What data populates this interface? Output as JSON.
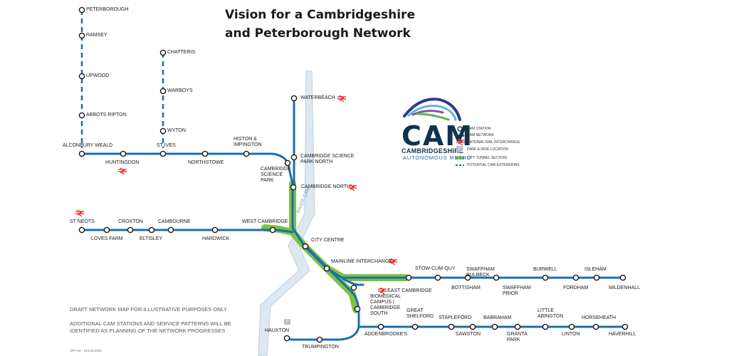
{
  "title": {
    "line1": "Vision for a Cambridgeshire",
    "line2": "and Peterborough Network"
  },
  "river_label": "RIVER CAM",
  "stations": [
    {
      "id": "peterborough",
      "label": "PETERBOROUGH",
      "rail": false
    },
    {
      "id": "ramsey",
      "label": "RAMSEY",
      "rail": false
    },
    {
      "id": "upwood",
      "label": "UPWOOD",
      "rail": false
    },
    {
      "id": "abbots-ripton",
      "label": "ABBOTS RIPTON",
      "rail": false
    },
    {
      "id": "alconbury-weald",
      "label": "ALCONBURY WEALD",
      "rail": false
    },
    {
      "id": "huntingdon",
      "label": "HUNTINGDON",
      "rail": true
    },
    {
      "id": "chatteris",
      "label": "CHATTERIS",
      "rail": false
    },
    {
      "id": "warboys",
      "label": "WARBOYS",
      "rail": false
    },
    {
      "id": "wyton",
      "label": "WYTON",
      "rail": false
    },
    {
      "id": "st-ives",
      "label": "ST IVES",
      "rail": false
    },
    {
      "id": "northstowe",
      "label": "NORTHSTOWE",
      "rail": false
    },
    {
      "id": "histon",
      "label": "HISTON &\nIMPINGTON",
      "rail": false
    },
    {
      "id": "waterbeach",
      "label": "WATERBEACH",
      "rail": true
    },
    {
      "id": "csp-north",
      "label": "CAMBRIDGE SCIENCE\nPARK NORTH",
      "rail": false
    },
    {
      "id": "csp",
      "label": "CAMBRIDGE\nSCIENCE\nPARK",
      "rail": false
    },
    {
      "id": "cambridge-north",
      "label": "CAMBRIDGE NORTH",
      "rail": true
    },
    {
      "id": "st-neots",
      "label": "ST NEOTS",
      "rail": true
    },
    {
      "id": "loves-farm",
      "label": "LOVES FARM",
      "rail": false
    },
    {
      "id": "croxton",
      "label": "CROXTON",
      "rail": false
    },
    {
      "id": "eltisley",
      "label": "ELTISLEY",
      "rail": false
    },
    {
      "id": "cambourne",
      "label": "CAMBOURNE",
      "rail": false
    },
    {
      "id": "hardwick",
      "label": "HARDWICK",
      "rail": false
    },
    {
      "id": "west-cambridge",
      "label": "WEST CAMBRIDGE",
      "rail": false
    },
    {
      "id": "city-centre",
      "label": "CITY CENTRE",
      "rail": false
    },
    {
      "id": "mainline-interchange",
      "label": "MAINLINE INTERCHANGE",
      "rail": true
    },
    {
      "id": "east-cambridge",
      "label": "EAST CAMBRIDGE",
      "rail": true
    },
    {
      "id": "stow-cum-quy",
      "label": "STOW-CUM-QUY",
      "rail": false
    },
    {
      "id": "bottisham",
      "label": "BOTTISHAM",
      "rail": false
    },
    {
      "id": "swaffham-bulbeck",
      "label": "SWAFFHAM\nBULBECK",
      "rail": false
    },
    {
      "id": "swaffham-prior",
      "label": "SWAFFHAM\nPRIOR",
      "rail": false
    },
    {
      "id": "burwell",
      "label": "BURWELL",
      "rail": false
    },
    {
      "id": "fordham",
      "label": "FORDHAM",
      "rail": false
    },
    {
      "id": "isleham",
      "label": "ISLEHAM",
      "rail": false
    },
    {
      "id": "mildenhall",
      "label": "MILDENHALL",
      "rail": false
    },
    {
      "id": "biomedical",
      "label": "BIOMEDICAL\nCAMPUS /\nCAMBRIDGE\nSOUTH",
      "rail": false
    },
    {
      "id": "addenbrookes",
      "label": "ADDENBROOKE'S",
      "rail": false
    },
    {
      "id": "great-shelford",
      "label": "GREAT\nSHELFORD",
      "rail": false
    },
    {
      "id": "stapleford",
      "label": "STAPLEFORD",
      "rail": false
    },
    {
      "id": "sawston",
      "label": "SAWSTON",
      "rail": false
    },
    {
      "id": "babraham",
      "label": "BABRAHAM",
      "rail": false
    },
    {
      "id": "granta-park",
      "label": "GRANTA\nPARK",
      "rail": false
    },
    {
      "id": "little-abington",
      "label": "LITTLE\nABINGTON",
      "rail": false
    },
    {
      "id": "linton",
      "label": "LINTON",
      "rail": false
    },
    {
      "id": "horseheath",
      "label": "HORSEHEATH",
      "rail": false
    },
    {
      "id": "haverhill",
      "label": "HAVERHILL",
      "rail": false
    },
    {
      "id": "hauxton",
      "label": "HAUXTON",
      "rail": false
    },
    {
      "id": "trumpington",
      "label": "TRUMPINGTON",
      "rail": false
    }
  ],
  "logo": {
    "word": "CAM",
    "line1": "CAMBRIDGESHIRE",
    "line2": "AUTONOMOUS METRO"
  },
  "legend": [
    {
      "label": "CAM STATION",
      "symbol": "station-icon"
    },
    {
      "label": "CAM NETWORK",
      "symbol": "network-line-icon"
    },
    {
      "label": "NATIONAL RAIL INTERCHANGE",
      "symbol": "rail-icon"
    },
    {
      "label": "PARK & RIDE LOCATION",
      "symbol": "park-ride-icon"
    },
    {
      "label": "CITY TUNNEL SECTION",
      "symbol": "tunnel-line-icon"
    },
    {
      "label": "POTENTIAL CAM EXTENSIONS",
      "symbol": "dashed-line-icon"
    }
  ],
  "notes": {
    "draft": "DRAFT NETWORK MAP FOR ILLUSTRATIVE PURPOSES ONLY",
    "additional": "ADDITIONAL CAM STATIONS AND SERVICE PATTERNS WILL BE\nIDENTIFIED AS PLANNING OF THE NETWORK PROGRESSES",
    "footer": "OPT 6A - V11.03.2020"
  },
  "colors": {
    "line": "#1b6fb0",
    "tunnel": "#7cc242",
    "river": "#dde8f1",
    "rail": "#e2231a",
    "station_fill": "#ffffff",
    "station_stroke": "#1a1a1a"
  }
}
